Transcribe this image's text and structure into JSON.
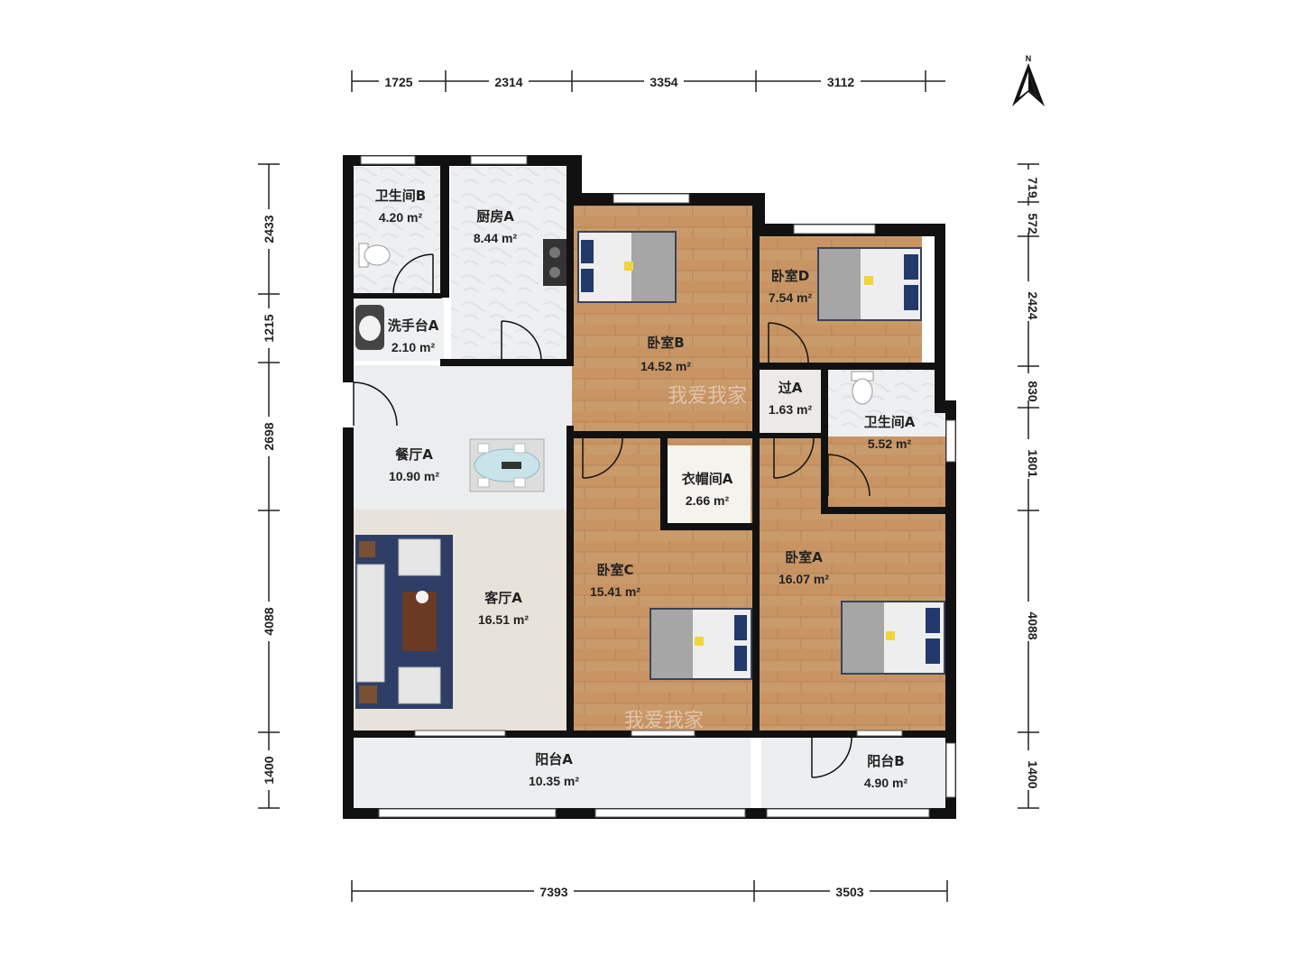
{
  "compass": {
    "label": "N"
  },
  "rooms": {
    "bath_b": {
      "name": "卫生间B",
      "area": "4.20 m²"
    },
    "kitchen": {
      "name": "厨房A",
      "area": "8.44 m²"
    },
    "wash": {
      "name": "洗手台A",
      "area": "2.10 m²"
    },
    "bed_b": {
      "name": "卧室B",
      "area": "14.52 m²"
    },
    "bed_d": {
      "name": "卧室D",
      "area": "7.54 m²"
    },
    "hall": {
      "name": "过A",
      "area": "1.63 m²"
    },
    "bath_a": {
      "name": "卫生间A",
      "area": "5.52 m²"
    },
    "dining": {
      "name": "餐厅A",
      "area": "10.90 m²"
    },
    "closet": {
      "name": "衣帽间A",
      "area": "2.66 m²"
    },
    "bed_c": {
      "name": "卧室C",
      "area": "15.41 m²"
    },
    "bed_a": {
      "name": "卧室A",
      "area": "16.07 m²"
    },
    "living": {
      "name": "客厅A",
      "area": "16.51 m²"
    },
    "balcony_a": {
      "name": "阳台A",
      "area": "10.35 m²"
    },
    "balcony_b": {
      "name": "阳台B",
      "area": "4.90 m²"
    }
  },
  "dimensions": {
    "top": [
      "1725",
      "2314",
      "3354",
      "3112"
    ],
    "bottom": [
      "7393",
      "3503"
    ],
    "left": [
      "2433",
      "1215",
      "2698",
      "4088",
      "1400"
    ],
    "right": [
      "719",
      "572",
      "2424",
      "830",
      "1801",
      "4088",
      "1400"
    ]
  },
  "watermark": "我爱我家",
  "colors": {
    "floor_wood": "#c99a6a",
    "floor_tile": "#eceef0",
    "floor_living": "#e8e2d8",
    "wall": "#111111"
  }
}
